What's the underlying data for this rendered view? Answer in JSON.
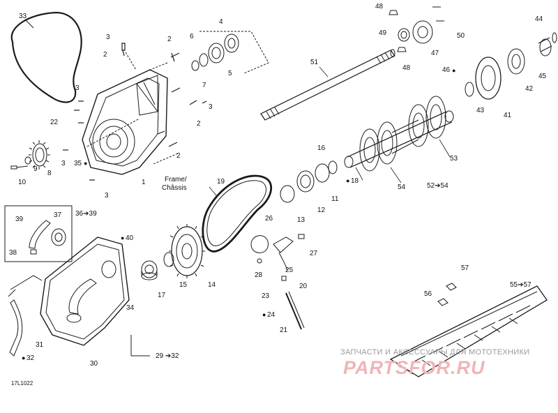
{
  "diagram_id": "17L1022",
  "watermark": {
    "caption": "ЗАПЧАСТИ И АКСЕССУАРЫ ДЛЯ МОТОТЕХНИКИ",
    "brand": "PARTSFOR.RU"
  },
  "frame_label": [
    "Frame/",
    "Châssis"
  ],
  "callouts": {
    "c1": "1",
    "c2a": "2",
    "c2b": "2",
    "c2c": "2",
    "c2d": "2",
    "c3a": "3",
    "c3b": "3",
    "c3c": "3",
    "c3d": "3",
    "c3e": "3",
    "c4": "4",
    "c5": "5",
    "c6": "6",
    "c7": "7",
    "c8": "8",
    "c9": "9",
    "c10": "10",
    "c11": "11",
    "c12": "12",
    "c13": "13",
    "c14": "14",
    "c15": "15",
    "c16": "16",
    "c17": "17",
    "c18": "18",
    "c19": "19",
    "c20": "20",
    "c21": "21",
    "c22": "22",
    "c23": "23",
    "c24": "24",
    "c25": "25",
    "c26": "26",
    "c27": "27",
    "c28": "28",
    "c29": "29 ➔32",
    "c30": "30",
    "c31": "31",
    "c32": "32",
    "c33": "33",
    "c34": "34",
    "c35": "35",
    "c36": "36➔39",
    "c37": "37",
    "c38": "38",
    "c39": "39",
    "c40": "40",
    "c41": "41",
    "c42": "42",
    "c43": "43",
    "c44": "44",
    "c45": "45",
    "c46": "46",
    "c47": "47",
    "c48a": "48",
    "c48b": "48",
    "c49": "49",
    "c50": "50",
    "c51": "51",
    "c52": "52➔54",
    "c53": "53",
    "c54": "54",
    "c55": "55➔57",
    "c56": "56",
    "c57": "57"
  }
}
